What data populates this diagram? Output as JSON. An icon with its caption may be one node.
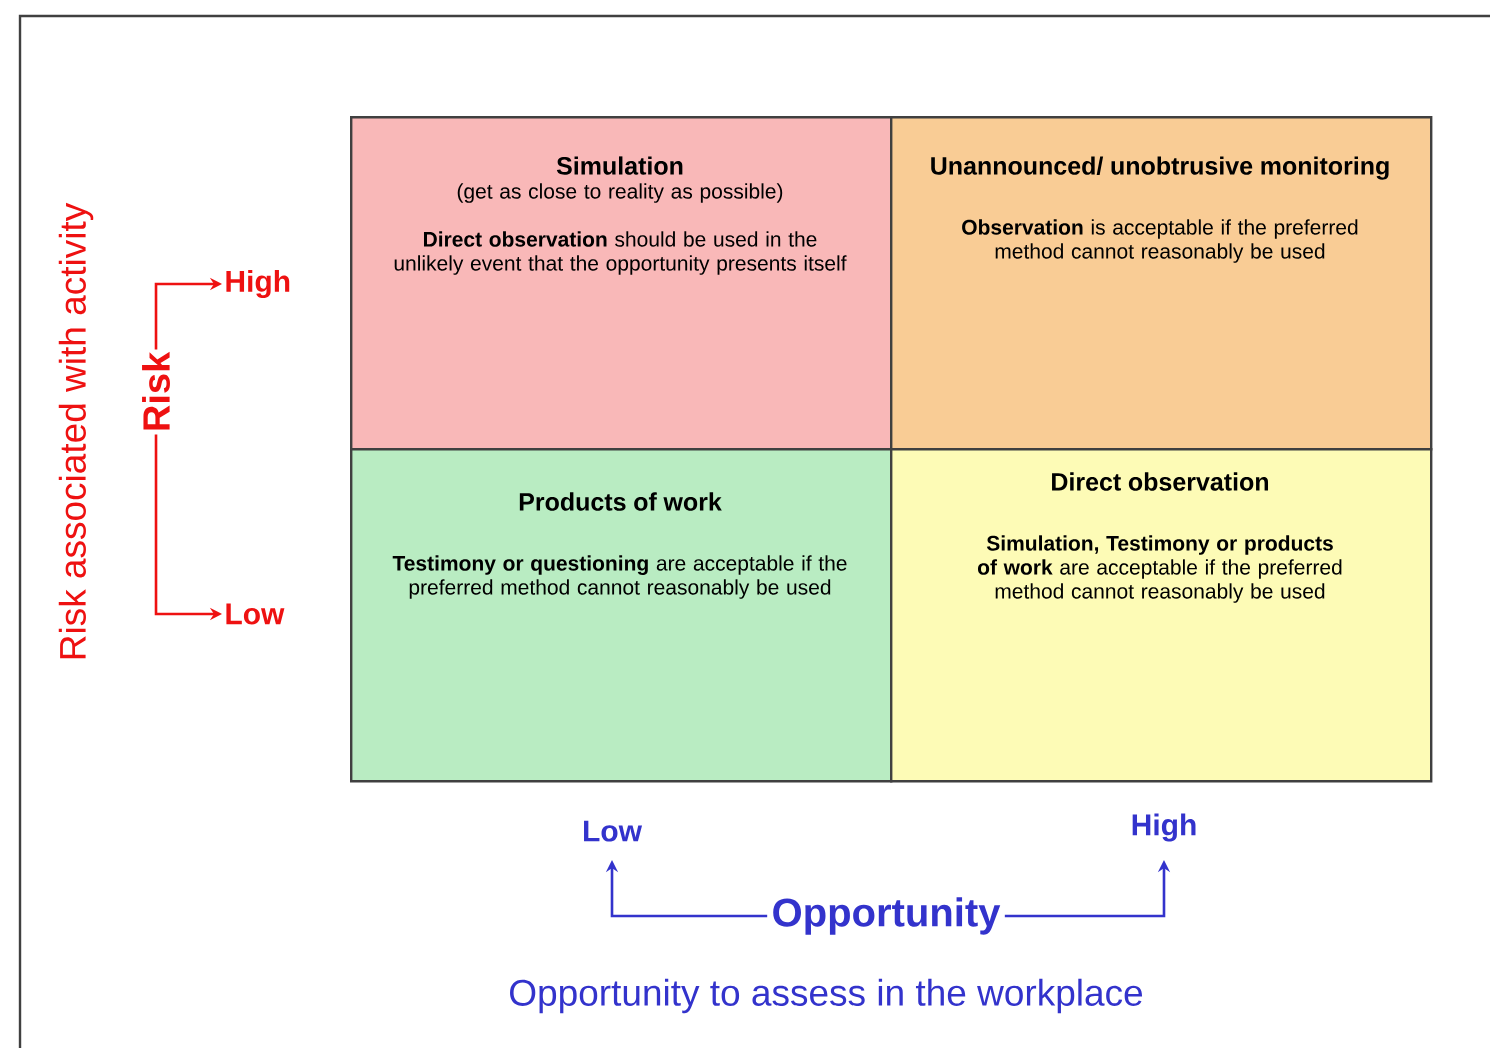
{
  "diagram": {
    "nodes": [
      {
        "text": [
          "Simulation",
          "(get as close to reality as possible)",
          "**Direct observation** should be used in the unlikely event that the opportunity presents itself"
        ]
      },
      {
        "text": [
          "Unannounced/ unobtrusive monitoring",
          "**Observation** is acceptable if the preferred method cannot reasonably be used"
        ]
      },
      {
        "text": [
          "Products of work",
          "**Testimony or questioning** are acceptable if the preferred method cannot reasonably be used"
        ]
      },
      {
        "text": [
          "Direct observation",
          "**Simulation, Testimony or products of work** are acceptable if the preferred method cannot reasonably be used"
        ]
      },
      {
        "text": [
          "Risk"
        ]
      },
      {
        "text": [
          "High"
        ]
      },
      {
        "text": [
          "Low"
        ]
      },
      {
        "text": [
          "Opportunity"
        ]
      },
      {
        "text": [
          "Low"
        ]
      },
      {
        "text": [
          "High"
        ]
      }
    ],
    "edges": [
      {
        "from": 4,
        "to": 5,
        "arrow": "to",
        "color": "#ee1111"
      },
      {
        "from": 4,
        "to": 6,
        "arrow": "to",
        "color": "#ee1111"
      },
      {
        "from": 7,
        "to": 8,
        "arrow": "to",
        "color": "#3333cc"
      },
      {
        "from": 7,
        "to": 9,
        "arrow": "to",
        "color": "#3333cc"
      }
    ],
    "labels": [
      "Risk associated with activity",
      "Opportunity to assess in the workplace"
    ]
  }
}
